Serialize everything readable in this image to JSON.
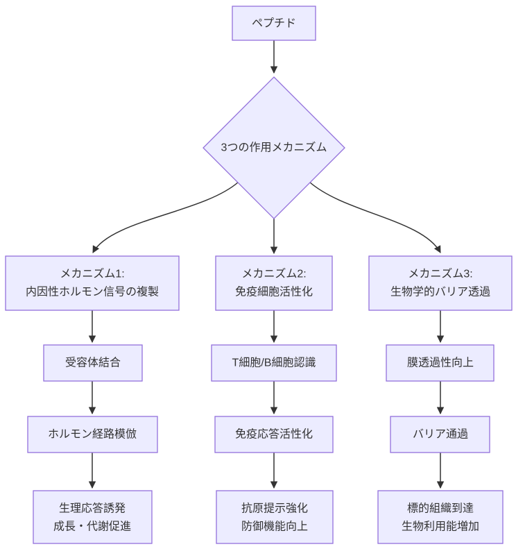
{
  "nodes": {
    "peptide": {
      "label": "ペプチド"
    },
    "decision": {
      "label": "3つの作用メカニズム"
    },
    "mech1": {
      "line1": "メカニズム1:",
      "line2": "内因性ホルモン信号の複製"
    },
    "mech2": {
      "line1": "メカニズム2:",
      "line2": "免疫細胞活性化"
    },
    "mech3": {
      "line1": "メカニズム3:",
      "line2": "生物学的バリア透過"
    },
    "receptor_binding": {
      "label": "受容体結合"
    },
    "tb_cell_recognition": {
      "label": "T細胞/B細胞認識"
    },
    "membrane_permeability": {
      "label": "膜透過性向上"
    },
    "hormone_pathway_mimicry": {
      "label": "ホルモン経路模倣"
    },
    "immune_response_activation": {
      "label": "免疫応答活性化"
    },
    "barrier_passage": {
      "label": "バリア通過"
    },
    "outcome1": {
      "line1": "生理応答誘発",
      "line2": "成長・代謝促進"
    },
    "outcome2": {
      "line1": "抗原提示強化",
      "line2": "防御機能向上"
    },
    "outcome3": {
      "line1": "標的組織到達",
      "line2": "生物利用能増加"
    }
  },
  "colors": {
    "node_fill": "#ECECFF",
    "node_border": "#9370DB",
    "edge": "#333333",
    "text": "#333333",
    "background": "#FFFFFF"
  }
}
